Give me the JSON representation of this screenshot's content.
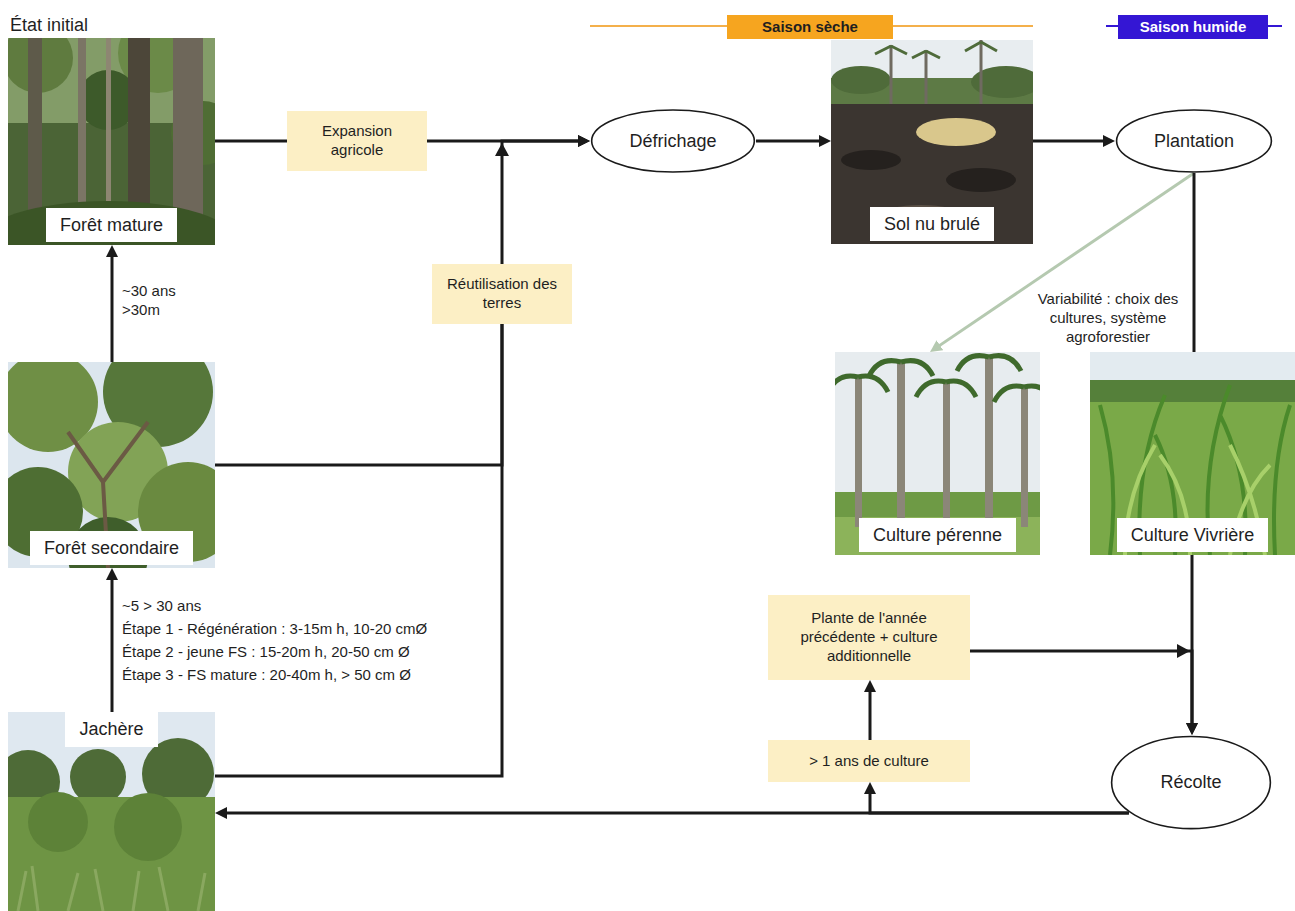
{
  "diagram": {
    "nodes": [
      {
        "text": [
          "Forêt mature"
        ]
      },
      {
        "text": [
          "Expansion agricole"
        ]
      },
      {
        "text": [
          "Saison sèche"
        ]
      },
      {
        "text": [
          "Défrichage"
        ]
      },
      {
        "text": [
          "Sol nu brulé"
        ]
      },
      {
        "text": [
          "Saison humide"
        ]
      },
      {
        "text": [
          "Plantation"
        ]
      },
      {
        "text": [
          "Réutilisation des terres"
        ]
      },
      {
        "text": [
          "Forêt secondaire"
        ]
      },
      {
        "text": [
          "Culture pérenne"
        ]
      },
      {
        "text": [
          "Culture Vivrière"
        ]
      },
      {
        "text": [
          "Plante de l'année précédente + culture additionnelle"
        ]
      },
      {
        "text": [
          "> 1 ans de culture"
        ]
      },
      {
        "text": [
          "Jachère"
        ]
      },
      {
        "text": [
          "Récolte"
        ]
      }
    ],
    "edges": [
      {
        "from": 0,
        "to": 1,
        "arrow": "none"
      },
      {
        "from": 1,
        "to": 3,
        "arrow": "to"
      },
      {
        "from": 8,
        "to": 0,
        "arrow": "to",
        "label": "~30 ans >30m"
      },
      {
        "from": 13,
        "to": 8,
        "arrow": "to",
        "label": "~5 > 30 ans"
      },
      {
        "from": 8,
        "to": 7,
        "arrow": "none"
      },
      {
        "from": 13,
        "to": 7,
        "arrow": "none"
      },
      {
        "from": 7,
        "to": 3,
        "arrow": "to"
      },
      {
        "from": 3,
        "to": 4,
        "arrow": "to"
      },
      {
        "from": 4,
        "to": 6,
        "arrow": "to"
      },
      {
        "from": 6,
        "to": 9,
        "arrow": "to"
      },
      {
        "from": 6,
        "to": 10,
        "arrow": "none",
        "label": "Variabilité : choix des cultures, système agroforestier"
      },
      {
        "from": 10,
        "to": 14,
        "arrow": "to"
      },
      {
        "from": 11,
        "to": 14,
        "arrow": "to"
      },
      {
        "from": 14,
        "to": 13,
        "arrow": "to"
      },
      {
        "from": 14,
        "to": 12,
        "arrow": "to"
      },
      {
        "from": 12,
        "to": 11,
        "arrow": "to"
      }
    ],
    "labels": [
      "État initial",
      "Étape 1 - Régénération : 3-15m h, 10-20 cmØ",
      "Étape 2 - jeune FS : 15-20m h, 20-50 cm Ø",
      "Étape 3 - FS mature : 20-40m h, > 50 cm Ø"
    ]
  }
}
